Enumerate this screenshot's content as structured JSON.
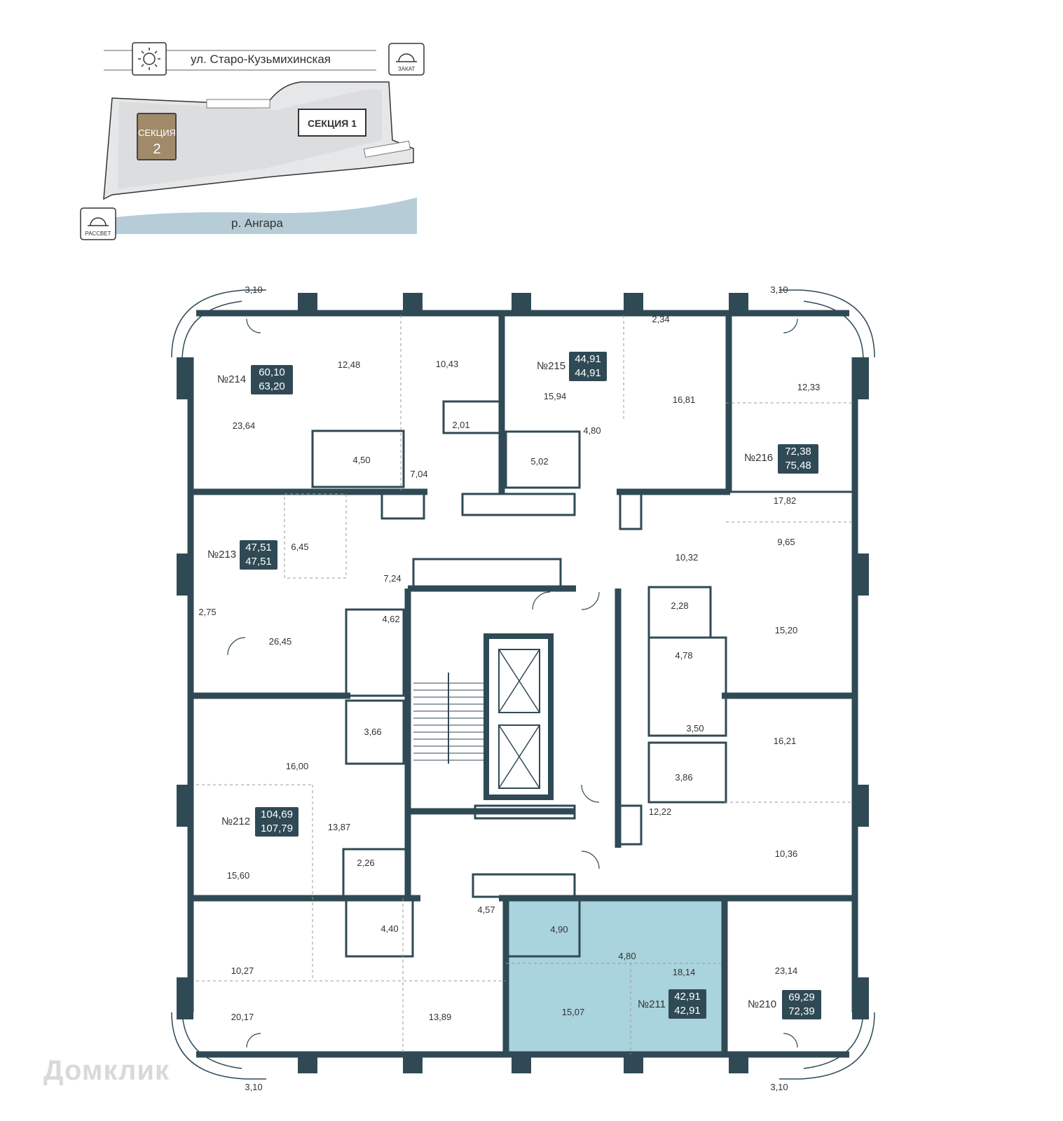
{
  "site_plan": {
    "street": "ул. Старо-Кузьмихинская",
    "river": "р. Ангара",
    "section1": "СЕКЦИЯ 1",
    "section2_word": "СЕКЦИЯ",
    "section2_num": "2",
    "sunset": "ЗАКАТ",
    "sunrise": "РАССВЕТ",
    "icons": [
      "sun-icon",
      "sunset-icon",
      "sunrise-icon"
    ]
  },
  "apartments": [
    {
      "num": "№214",
      "living": "60,10",
      "total": "63,20"
    },
    {
      "num": "№215",
      "living": "44,91",
      "total": "44,91"
    },
    {
      "num": "№216",
      "living": "72,38",
      "total": "75,48"
    },
    {
      "num": "№213",
      "living": "47,51",
      "total": "47,51"
    },
    {
      "num": "№212",
      "living": "104,69",
      "total": "107,79"
    },
    {
      "num": "№211",
      "living": "42,91",
      "total": "42,91"
    },
    {
      "num": "№210",
      "living": "69,29",
      "total": "72,39"
    }
  ],
  "room_areas": [
    "3,10",
    "3,10",
    "3,10",
    "3,10",
    "12,48",
    "10,43",
    "2,34",
    "12,33",
    "23,64",
    "15,94",
    "16,81",
    "2,01",
    "4,50",
    "4,80",
    "5,02",
    "7,04",
    "17,82",
    "6,45",
    "9,65",
    "10,32",
    "7,24",
    "2,28",
    "4,62",
    "2,75",
    "26,45",
    "15,20",
    "4,78",
    "3,50",
    "3,66",
    "16,21",
    "16,00",
    "3,86",
    "12,22",
    "13,87",
    "10,36",
    "2,26",
    "15,60",
    "4,57",
    "4,90",
    "4,40",
    "4,80",
    "10,27",
    "18,14",
    "23,14",
    "20,17",
    "13,89",
    "15,07"
  ],
  "colors": {
    "wall": "#2f4a55",
    "highlight": "#a9d3dd",
    "site": "#e6e7e8",
    "river": "#b6ccd6",
    "section2": "#a08a6a"
  },
  "watermark": "Домклик"
}
